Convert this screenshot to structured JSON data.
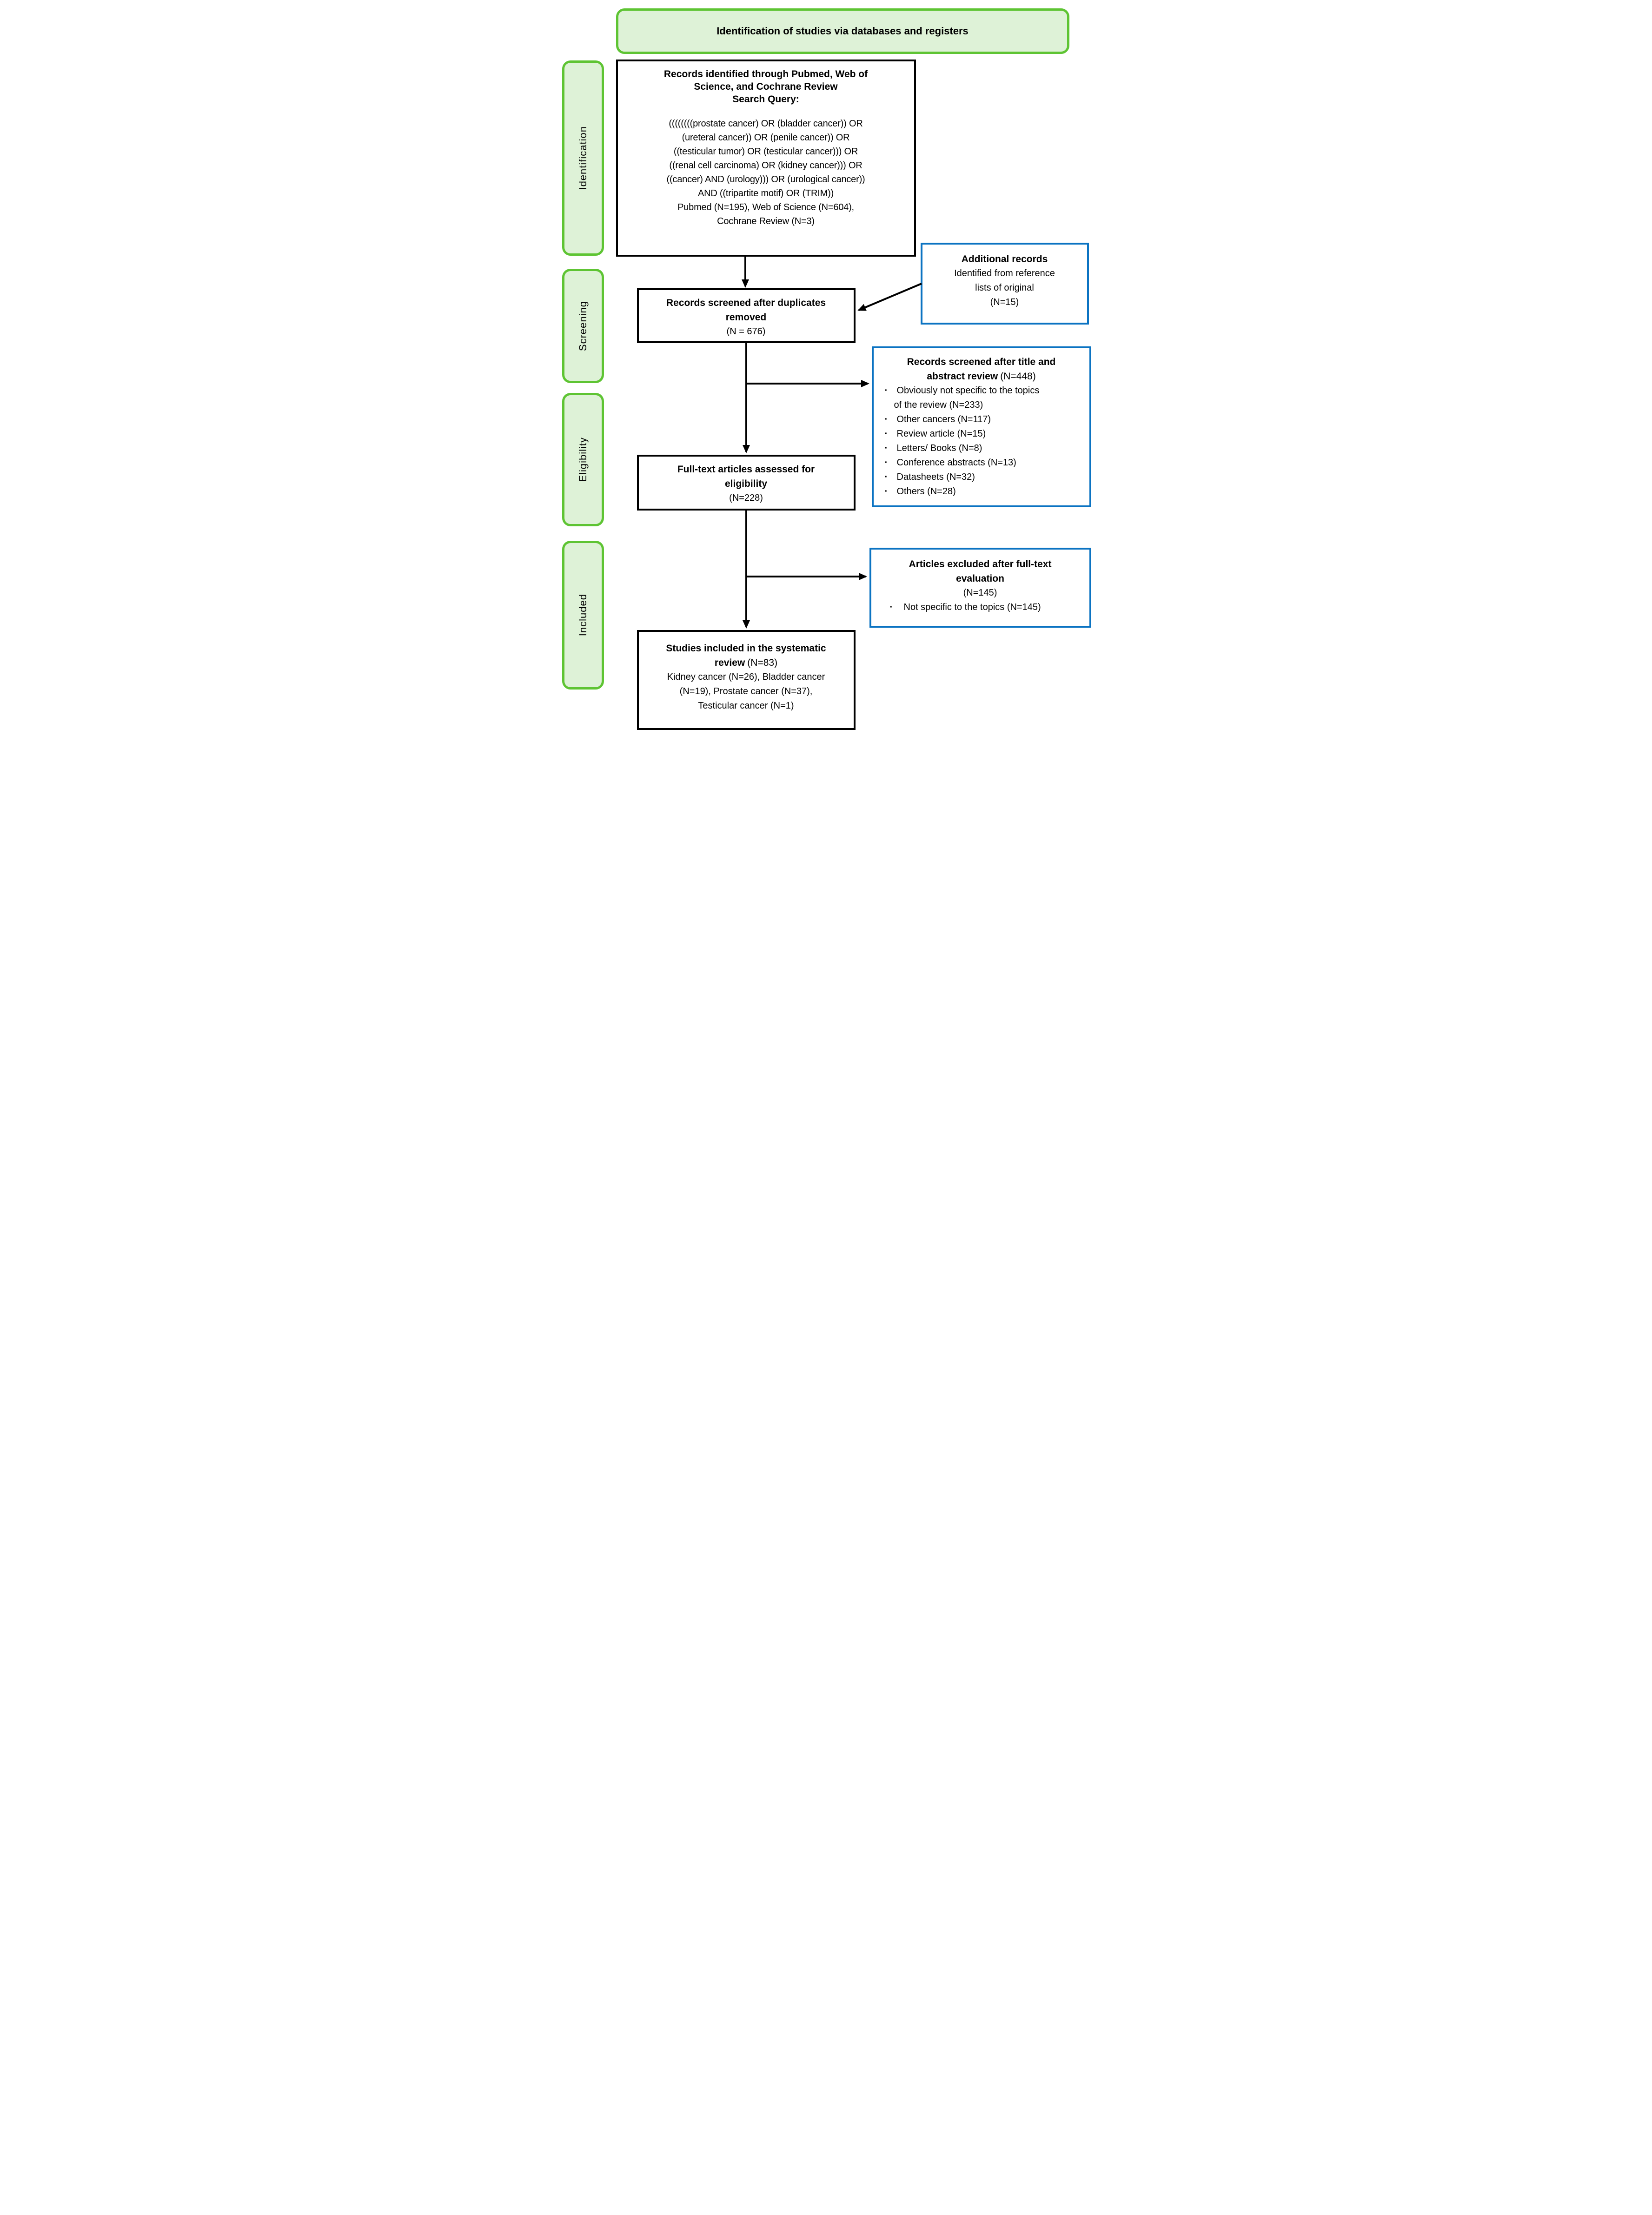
{
  "title": "Identification of studies via databases and registers",
  "stages": [
    {
      "label": "Identification"
    },
    {
      "label": "Screening"
    },
    {
      "label": "Eligibility"
    },
    {
      "label": "Included"
    }
  ],
  "flow": {
    "identified": {
      "header_lines": [
        "Records identified through Pubmed, Web of",
        "Science, and Cochrane Review",
        "Search Query:"
      ],
      "query_lines": [
        "((((((((prostate cancer) OR (bladder cancer)) OR",
        "(ureteral cancer)) OR (penile cancer)) OR",
        "((testicular tumor) OR (testicular cancer))) OR",
        "((renal cell carcinoma) OR (kidney cancer))) OR",
        "((cancer) AND (urology))) OR (urological cancer))",
        "AND ((tripartite motif) OR (TRIM))",
        "Pubmed (N=195), Web of Science (N=604),",
        "Cochrane Review (N=3)"
      ]
    },
    "additional": {
      "title": "Additional records",
      "lines": [
        "Identified from reference",
        "lists of original",
        "(N=15)"
      ]
    },
    "screened": {
      "bold_lines": [
        "Records screened after duplicates",
        "removed"
      ],
      "count": "(N = 676)"
    },
    "title_abstract": {
      "bold1": "Records screened after title and",
      "bold2": "abstract review",
      "count": "(N=448)",
      "bullets": [
        {
          "t": "Obviously not specific to the topics"
        },
        {
          "t": "of the review (N=233)"
        },
        {
          "t": "Other cancers (N=117)"
        },
        {
          "t": "Review article (N=15)"
        },
        {
          "t": "Letters/ Books (N=8)"
        },
        {
          "t": "Conference abstracts (N=13)"
        },
        {
          "t": "Datasheets (N=32)"
        },
        {
          "t": "Others (N=28)"
        }
      ]
    },
    "fulltext": {
      "bold_lines": [
        "Full-text articles assessed for",
        "eligibility"
      ],
      "count": "(N=228)"
    },
    "excluded": {
      "bold_lines": [
        "Articles excluded after full-text",
        "evaluation"
      ],
      "count": "(N=145)",
      "bullets": [
        {
          "t": "Not specific to the topics (N=145)"
        }
      ]
    },
    "included_box": {
      "bold1": "Studies included in the systematic",
      "bold2": "review",
      "count": "(N=83)",
      "lines": [
        "Kidney cancer (N=26), Bladder cancer",
        "(N=19), Prostate cancer (N=37),",
        "Testicular cancer (N=1)"
      ]
    }
  },
  "ui": {
    "bullet_char": "·"
  },
  "colors": {
    "green_border": "#5ec433",
    "green_fill": "#def2d7",
    "blue_border": "#0b73c2",
    "box_border": "#000000",
    "background": "#ffffff",
    "text": "#000000"
  }
}
